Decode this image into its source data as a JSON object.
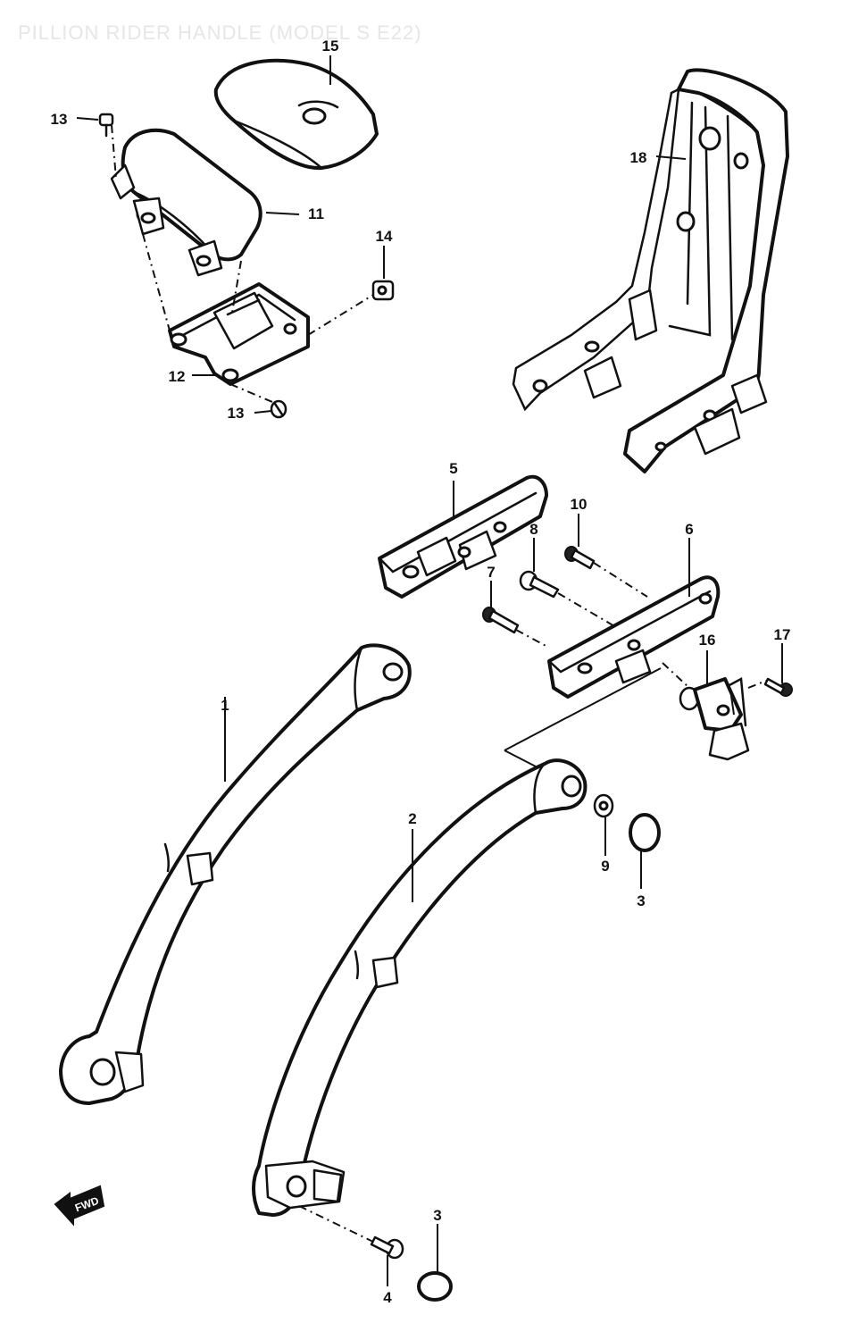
{
  "diagram": {
    "title": "PILLION RIDER HANDLE (MODEL S E22)",
    "forward_mark": "FWD",
    "callouts": {
      "c1": "1",
      "c2": "2",
      "c3a": "3",
      "c3b": "3",
      "c4": "4",
      "c5": "5",
      "c6": "6",
      "c7": "7",
      "c8": "8",
      "c9": "9",
      "c10": "10",
      "c11": "11",
      "c12": "12",
      "c13a": "13",
      "c13b": "13",
      "c14": "14",
      "c15": "15",
      "c16": "16",
      "c17": "17",
      "c18": "18"
    }
  }
}
